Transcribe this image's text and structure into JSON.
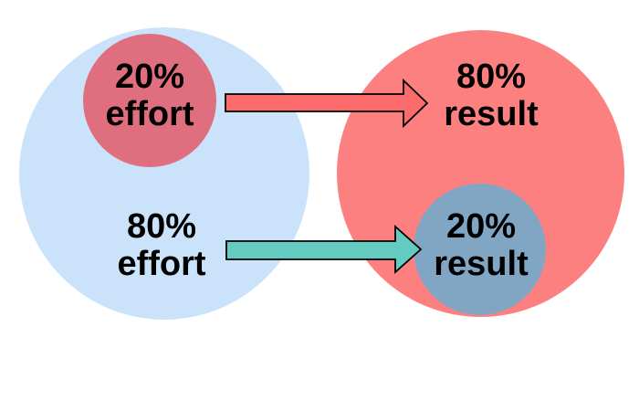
{
  "diagram": {
    "labels": {
      "small_effort": "20%\neffort",
      "large_effort": "80%\neffort",
      "large_result": "80%\nresult",
      "small_result": "20%\nresult"
    },
    "colors": {
      "background": "#FFFFFF",
      "large_effort_circle": "#CBE3FA",
      "small_effort_circle": "#DF6F7F",
      "large_result_circle": "#FC8080",
      "small_result_circle": "#81A6C4",
      "top_arrow_fill": "#FC6B6B",
      "bottom_arrow_fill": "#63CBBF",
      "arrow_stroke": "#000000",
      "text": "#000000"
    }
  }
}
